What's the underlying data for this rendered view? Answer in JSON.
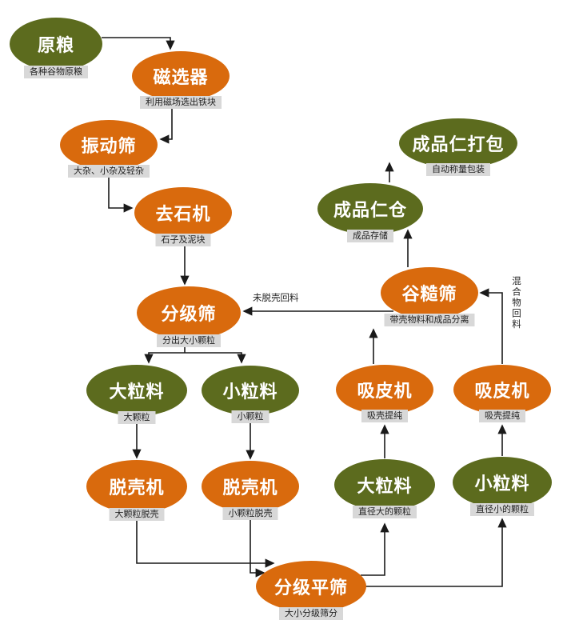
{
  "colors": {
    "olive": "#5c6b1e",
    "orange": "#d96a0d",
    "label_bg": "#d8d8d8",
    "arrow": "#1a1a1a"
  },
  "nodes": [
    {
      "label": "原粮",
      "sublabel": "各种谷物原粮",
      "type": "olive"
    },
    {
      "label": "磁选器",
      "sublabel": "利用磁场选出铁块",
      "type": "orange"
    },
    {
      "label": "振动筛",
      "sublabel": "大杂、小杂及轻杂",
      "type": "orange"
    },
    {
      "label": "去石机",
      "sublabel": "石子及泥块",
      "type": "orange"
    },
    {
      "label": "分级筛",
      "sublabel": "分出大小颗粒",
      "type": "orange"
    },
    {
      "label": "大粒料",
      "sublabel": "大颗粒",
      "type": "olive"
    },
    {
      "label": "小粒料",
      "sublabel": "小颗粒",
      "type": "olive"
    },
    {
      "label": "脱壳机",
      "sublabel": "大颗粒脱壳",
      "type": "orange"
    },
    {
      "label": "脱壳机",
      "sublabel": "小颗粒脱壳",
      "type": "orange"
    },
    {
      "label": "分级平筛",
      "sublabel": "大小分级筛分",
      "type": "orange"
    },
    {
      "label": "大粒料",
      "sublabel": "直径大的颗粒",
      "type": "olive"
    },
    {
      "label": "小粒料",
      "sublabel": "直径小的颗粒",
      "type": "olive"
    },
    {
      "label": "吸皮机",
      "sublabel": "吸壳提纯",
      "type": "orange"
    },
    {
      "label": "吸皮机",
      "sublabel": "吸壳提纯",
      "type": "orange"
    },
    {
      "label": "谷糙筛",
      "sublabel": "带壳物料和成品分离",
      "type": "orange"
    },
    {
      "label": "成品仁仓",
      "sublabel": "成品存储",
      "type": "olive"
    },
    {
      "label": "成品仁打包",
      "sublabel": "自动称量包装",
      "type": "olive"
    }
  ],
  "annotations": [
    {
      "text": "未脱壳回料",
      "orientation": "horizontal"
    },
    {
      "text": "混合物回料",
      "orientation": "vertical"
    }
  ],
  "flows": [
    {
      "from": "原粮",
      "to": "磁选器"
    },
    {
      "from": "磁选器",
      "to": "振动筛"
    },
    {
      "from": "振动筛",
      "to": "去石机"
    },
    {
      "from": "去石机",
      "to": "分级筛"
    },
    {
      "from": "分级筛",
      "to": "大粒料"
    },
    {
      "from": "分级筛",
      "to": "小粒料"
    },
    {
      "from": "大粒料",
      "to": "脱壳机"
    },
    {
      "from": "小粒料",
      "to": "脱壳机"
    },
    {
      "from": "脱壳机",
      "to": "分级平筛"
    },
    {
      "from": "分级平筛",
      "to": "大粒料"
    },
    {
      "from": "分级平筛",
      "to": "小粒料"
    },
    {
      "from": "大粒料",
      "to": "吸皮机"
    },
    {
      "from": "小粒料",
      "to": "吸皮机"
    },
    {
      "from": "吸皮机",
      "to": "谷糙筛"
    },
    {
      "from": "吸皮机",
      "to": "谷糙筛",
      "label": "混合物回料"
    },
    {
      "from": "谷糙筛",
      "to": "分级筛",
      "label": "未脱壳回料"
    },
    {
      "from": "谷糙筛",
      "to": "成品仁仓"
    },
    {
      "from": "成品仁仓",
      "to": "成品仁打包"
    }
  ]
}
